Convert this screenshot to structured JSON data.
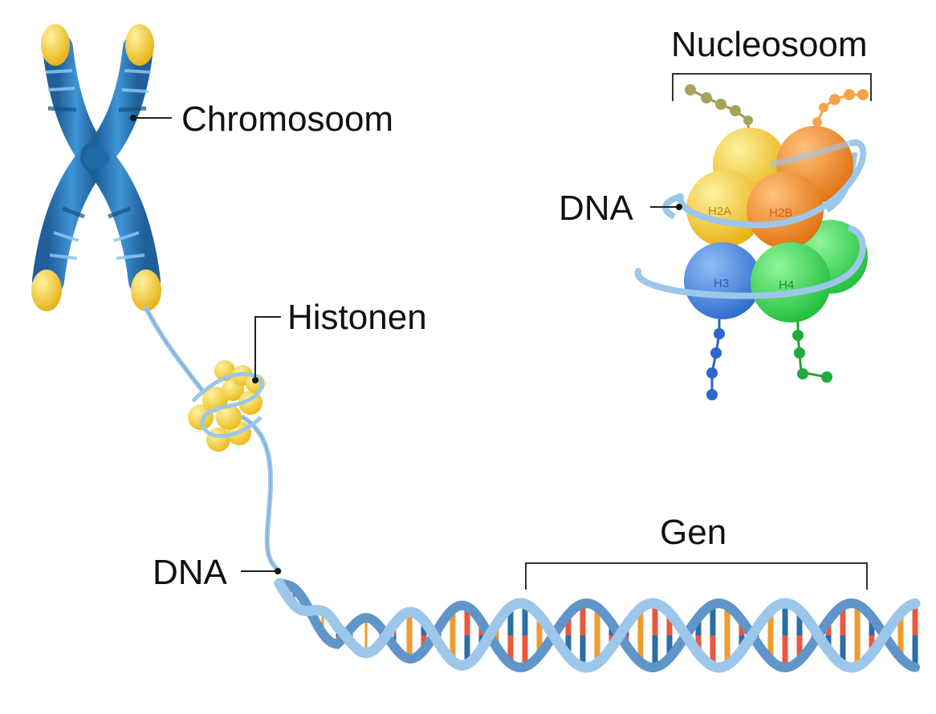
{
  "labels": {
    "chromosome": "Chromosoom",
    "histones": "Histonen",
    "dna_main": "DNA",
    "gene": "Gen",
    "nucleosome": "Nucleosoom",
    "dna_nucleosome": "DNA"
  },
  "histone_labels": {
    "h2a": "H2A",
    "h2b": "H2B",
    "h3": "H3",
    "h4": "H4"
  },
  "colors": {
    "chromosome_blue": "#2f7fc0",
    "chromosome_tip": "#f5e02a",
    "dna_strand": "#9cc7ea",
    "histone_yellow": "#f2c419",
    "histone_orange": "#f28a1c",
    "histone_blue": "#3b7fd8",
    "histone_green": "#2fd24a",
    "base_red": "#e9573f",
    "base_orange": "#f19a2e",
    "base_blue": "#2c6ea6"
  },
  "icons": [
    "chromosome-icon",
    "histone-cluster-icon",
    "dna-helix-icon",
    "nucleosome-icon"
  ]
}
